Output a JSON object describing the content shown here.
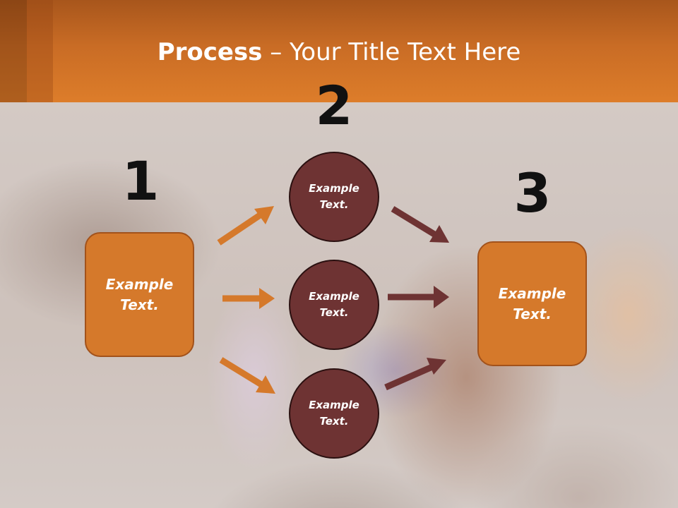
{
  "title": {
    "bold": "Process",
    "rest": " – Your Title Text Here"
  },
  "steps": {
    "one": "1",
    "two": "2",
    "three": "3"
  },
  "left_box": {
    "text": "Example\nText."
  },
  "circles": [
    {
      "text": "Example\nText."
    },
    {
      "text": "Example\nText."
    },
    {
      "text": "Example\nText."
    }
  ],
  "right_box": {
    "text": "Example\nText."
  },
  "colors": {
    "header": "#d2752a",
    "box_fill": "#d5792b",
    "circle_fill": "#6e3333",
    "orange_arrow": "#d5792b",
    "dark_arrow": "#6e3333"
  }
}
